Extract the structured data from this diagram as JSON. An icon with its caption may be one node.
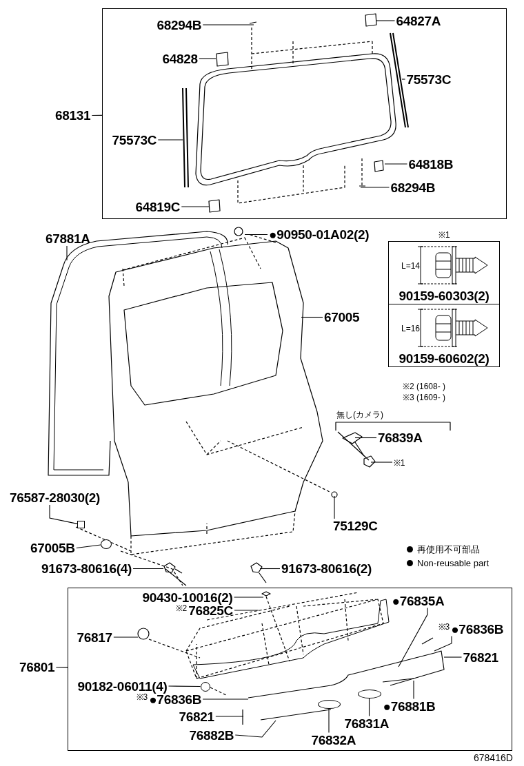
{
  "diagram": {
    "nodes": [
      {
        "text": [],
        "shape": "box"
      },
      {
        "text": [
          "68294B"
        ],
        "in": 0
      },
      {
        "text": [
          "64827A"
        ],
        "in": 0
      },
      {
        "text": [
          "64828"
        ],
        "in": 0
      },
      {
        "text": [
          "75573C"
        ],
        "in": 0
      },
      {
        "text": [
          "75573C"
        ],
        "in": 0
      },
      {
        "text": [
          "64818B"
        ],
        "in": 0
      },
      {
        "text": [
          "68294B"
        ],
        "in": 0
      },
      {
        "text": [
          "64819C"
        ],
        "in": 0
      },
      {
        "text": [
          "68131"
        ]
      },
      {
        "text": [
          "67881A"
        ]
      },
      {
        "text": [
          "●90950-01A02(2)"
        ]
      },
      {
        "text": [
          "67005"
        ]
      },
      {
        "text": [
          "90159-60303(2)"
        ]
      },
      {
        "text": [
          "90159-60602(2)"
        ]
      },
      {
        "text": [
          "76839A"
        ]
      },
      {
        "text": [
          "※1"
        ]
      },
      {
        "text": [
          "76587-28030(2)"
        ]
      },
      {
        "text": [
          "67005B"
        ]
      },
      {
        "text": [
          "75129C"
        ]
      },
      {
        "text": [
          "91673-80616(4)"
        ]
      },
      {
        "text": [
          "91673-80616(2)"
        ]
      },
      {
        "text": [],
        "shape": "box"
      },
      {
        "text": [
          "90430-10016(2)"
        ],
        "in": 22
      },
      {
        "text": [
          "76825C"
        ],
        "beside": [
          "※2"
        ],
        "in": 22
      },
      {
        "text": [
          "●76835A"
        ],
        "in": 22
      },
      {
        "text": [
          "76817"
        ],
        "in": 22
      },
      {
        "text": [
          "●76836B"
        ],
        "beside": [
          "※3"
        ],
        "in": 22
      },
      {
        "text": [
          "76821"
        ],
        "in": 22
      },
      {
        "text": [
          "90182-06011(4)"
        ],
        "in": 22
      },
      {
        "text": [
          "●76836B"
        ],
        "beside": [
          "※3"
        ],
        "in": 22
      },
      {
        "text": [
          "76821"
        ],
        "in": 22
      },
      {
        "text": [
          "●76881B"
        ],
        "in": 22
      },
      {
        "text": [
          "76882B"
        ],
        "in": 22
      },
      {
        "text": [
          "76831A"
        ],
        "in": 22
      },
      {
        "text": [
          "76832A"
        ],
        "in": 22
      },
      {
        "text": [
          "76801"
        ]
      },
      {
        "text": [],
        "shape": "box"
      },
      {
        "text": [],
        "shape": "circle"
      },
      {
        "text": [],
        "shape": "circle",
        "in": 22
      },
      {
        "text": [],
        "shape": "ellipse",
        "in": 22
      },
      {
        "text": [],
        "shape": "ellipse",
        "in": 22
      }
    ],
    "edges": [
      {
        "from": 1,
        "to": null,
        "arrow": "none"
      },
      {
        "from": 2,
        "to": null,
        "arrow": "none"
      },
      {
        "from": 3,
        "to": null,
        "arrow": "none"
      },
      {
        "from": 4,
        "to": null,
        "arrow": "none"
      },
      {
        "from": 5,
        "to": null,
        "arrow": "none"
      },
      {
        "from": 6,
        "to": null,
        "arrow": "none"
      },
      {
        "from": 7,
        "to": null,
        "arrow": "none"
      },
      {
        "from": 8,
        "to": null,
        "arrow": "none"
      },
      {
        "from": 9,
        "to": 0,
        "arrow": "none"
      },
      {
        "from": 10,
        "to": null,
        "arrow": "none"
      },
      {
        "from": 11,
        "to": null,
        "arrow": "none"
      },
      {
        "from": 12,
        "to": null,
        "arrow": "none"
      },
      {
        "from": 15,
        "to": null,
        "arrow": "none"
      },
      {
        "from": 16,
        "to": null,
        "arrow": "none"
      },
      {
        "from": 17,
        "to": 37,
        "arrow": "none"
      },
      {
        "from": 18,
        "to": 38,
        "arrow": "none"
      },
      {
        "from": 19,
        "to": null,
        "arrow": "none"
      },
      {
        "from": 20,
        "to": null,
        "arrow": "none"
      },
      {
        "from": 21,
        "to": null,
        "arrow": "none"
      },
      {
        "from": 36,
        "to": 22,
        "arrow": "none"
      },
      {
        "from": 23,
        "to": null,
        "arrow": "none"
      },
      {
        "from": 24,
        "to": null,
        "arrow": "none"
      },
      {
        "from": 25,
        "to": null,
        "arrow": "none"
      },
      {
        "from": 26,
        "to": null,
        "arrow": "none"
      },
      {
        "from": 27,
        "to": null,
        "arrow": "none"
      },
      {
        "from": 28,
        "to": null,
        "arrow": "none"
      },
      {
        "from": 29,
        "to": 39,
        "arrow": "none"
      },
      {
        "from": 30,
        "to": null,
        "arrow": "none"
      },
      {
        "from": 31,
        "to": null,
        "arrow": "none"
      },
      {
        "from": 32,
        "to": null,
        "arrow": "none"
      },
      {
        "from": 33,
        "to": null,
        "arrow": "none"
      },
      {
        "from": 34,
        "to": 40,
        "arrow": "none"
      },
      {
        "from": 35,
        "to": 41,
        "arrow": "none"
      }
    ],
    "labels": [
      "※1",
      "L=14",
      "L=16",
      "無し(カメラ)",
      "※2 (1608- )",
      "※3 (1609- )",
      "678416D"
    ],
    "legend": [
      {
        "text": "再使用不可部品"
      },
      {
        "text": "Non-reusable part"
      }
    ]
  }
}
